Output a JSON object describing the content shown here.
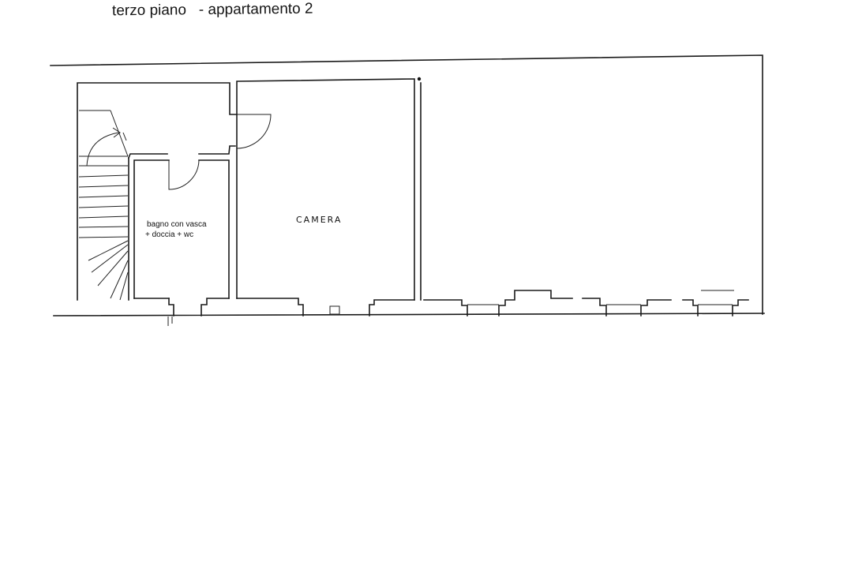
{
  "header": {
    "title": "terzo piano   - appartamento 2"
  },
  "rooms": {
    "bathroom": {
      "line1": "bagno con vasca",
      "line2": "+ doccia + wc"
    },
    "bedroom": {
      "name": "CAMERA"
    }
  }
}
